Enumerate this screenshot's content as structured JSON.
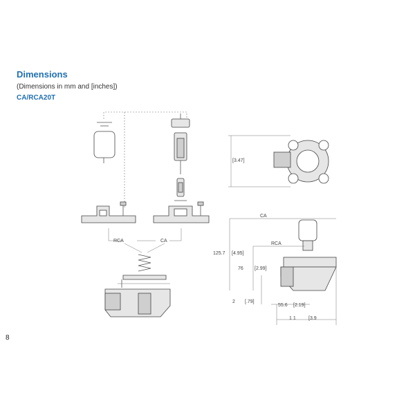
{
  "header": {
    "title": "Dimensions",
    "subtitle": "(Dimensions in mm and [inches])",
    "model": "CA/RCA20T"
  },
  "labels": {
    "rca_left": "RCA",
    "ca_left": "CA",
    "top_view_dim": "[3.47]",
    "ca_top": "CA",
    "rca_side": "RCA",
    "dim_125": "125.7",
    "dim_125_in": "[4.95]",
    "dim_76": "76",
    "dim_76_in": "[2.99]",
    "dim_2": "2",
    "dim_2_in": "[.79]",
    "dim_55": "55.6",
    "dim_55_in": "[2.19]",
    "dim_bottom": "1 1",
    "dim_bottom_in": "[3.9"
  },
  "page_number": "8"
}
